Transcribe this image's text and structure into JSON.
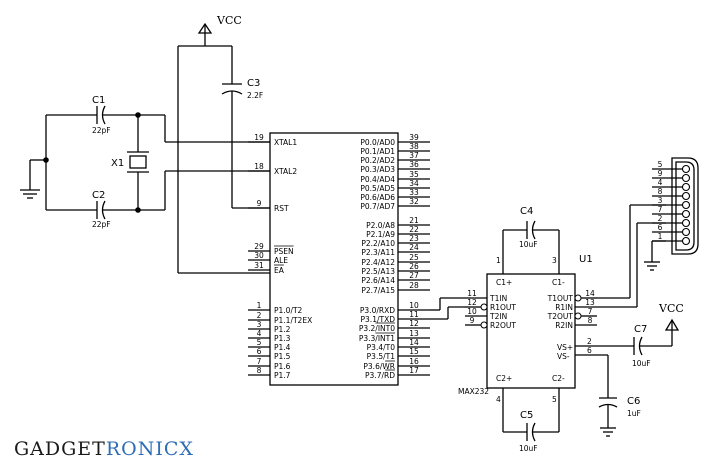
{
  "vcc_label": "VCC",
  "brand": {
    "part1": "GADGET",
    "part2": "RONICX",
    "color1": "#1a1a1a",
    "color2": "#2e6db5"
  },
  "mcu": {
    "left_pins": [
      {
        "num": "19",
        "name": "XTAL1"
      },
      {
        "num": "18",
        "name": "XTAL2"
      },
      {
        "num": "9",
        "name": "RST"
      },
      {
        "num": "29",
        "name": "PSEN",
        "overline": true
      },
      {
        "num": "30",
        "name": "ALE"
      },
      {
        "num": "31",
        "name": "EA",
        "overline": true
      },
      {
        "num": "1",
        "name": "P1.0/T2"
      },
      {
        "num": "2",
        "name": "P1.1/T2EX"
      },
      {
        "num": "3",
        "name": "P1.2"
      },
      {
        "num": "4",
        "name": "P1.3"
      },
      {
        "num": "5",
        "name": "P1.4"
      },
      {
        "num": "6",
        "name": "P1.5"
      },
      {
        "num": "7",
        "name": "P1.6"
      },
      {
        "num": "8",
        "name": "P1.7"
      }
    ],
    "right_pins": [
      {
        "num": "39",
        "name": "P0.0/AD0"
      },
      {
        "num": "38",
        "name": "P0.1/AD1"
      },
      {
        "num": "37",
        "name": "P0.2/AD2"
      },
      {
        "num": "36",
        "name": "P0.3/AD3"
      },
      {
        "num": "35",
        "name": "P0.4/AD4"
      },
      {
        "num": "34",
        "name": "P0.5/AD5"
      },
      {
        "num": "33",
        "name": "P0.6/AD6"
      },
      {
        "num": "32",
        "name": "P0.7/AD7"
      },
      {
        "num": "21",
        "name": "P2.0/A8"
      },
      {
        "num": "22",
        "name": "P2.1/A9"
      },
      {
        "num": "23",
        "name": "P2.2/A10"
      },
      {
        "num": "24",
        "name": "P2.3/A11"
      },
      {
        "num": "25",
        "name": "P2.4/A12"
      },
      {
        "num": "26",
        "name": "P2.5/A13"
      },
      {
        "num": "27",
        "name": "P2.6/A14"
      },
      {
        "num": "28",
        "name": "P2.7/A15"
      },
      {
        "num": "10",
        "name": "P3.0/RXD"
      },
      {
        "num": "11",
        "name": "P3.1/TXD"
      },
      {
        "num": "12",
        "name": "P3.2/INT0",
        "overline_tail": "INT0"
      },
      {
        "num": "13",
        "name": "P3.3/INT1",
        "overline_tail": "INT1"
      },
      {
        "num": "14",
        "name": "P3.4/T0"
      },
      {
        "num": "15",
        "name": "P3.5/T1"
      },
      {
        "num": "16",
        "name": "P3.6/WR",
        "overline_tail": "WR"
      },
      {
        "num": "17",
        "name": "P3.7/RD",
        "overline_tail": "RD"
      }
    ]
  },
  "max232": {
    "ref": "U1",
    "part": "MAX232",
    "left_pins": [
      {
        "num": "11",
        "name": "T1IN"
      },
      {
        "num": "12",
        "name": "R1OUT"
      },
      {
        "num": "10",
        "name": "T2IN"
      },
      {
        "num": "9",
        "name": "R2OUT"
      }
    ],
    "right_pins": [
      {
        "num": "14",
        "name": "T1OUT"
      },
      {
        "num": "13",
        "name": "R1IN"
      },
      {
        "num": "7",
        "name": "T2OUT"
      },
      {
        "num": "8",
        "name": "R2IN"
      }
    ],
    "cap_pins": [
      {
        "num": "1",
        "name": "C1+"
      },
      {
        "num": "3",
        "name": "C1-"
      },
      {
        "num": "4",
        "name": "C2+"
      },
      {
        "num": "5",
        "name": "C2-"
      }
    ],
    "supply_pins": [
      {
        "num": "2",
        "name": "VS+"
      },
      {
        "num": "6",
        "name": "VS-"
      }
    ]
  },
  "capacitors": [
    {
      "ref": "C1",
      "value": "22pF"
    },
    {
      "ref": "C2",
      "value": "22pF"
    },
    {
      "ref": "C3",
      "value": "2.2F"
    },
    {
      "ref": "C4",
      "value": "10uF"
    },
    {
      "ref": "C5",
      "value": "10uF"
    },
    {
      "ref": "C6",
      "value": "1uF"
    },
    {
      "ref": "C7",
      "value": "10uF"
    }
  ],
  "crystal": {
    "ref": "X1"
  },
  "db9_pins": [
    "5",
    "9",
    "4",
    "8",
    "3",
    "7",
    "2",
    "6",
    "1"
  ]
}
